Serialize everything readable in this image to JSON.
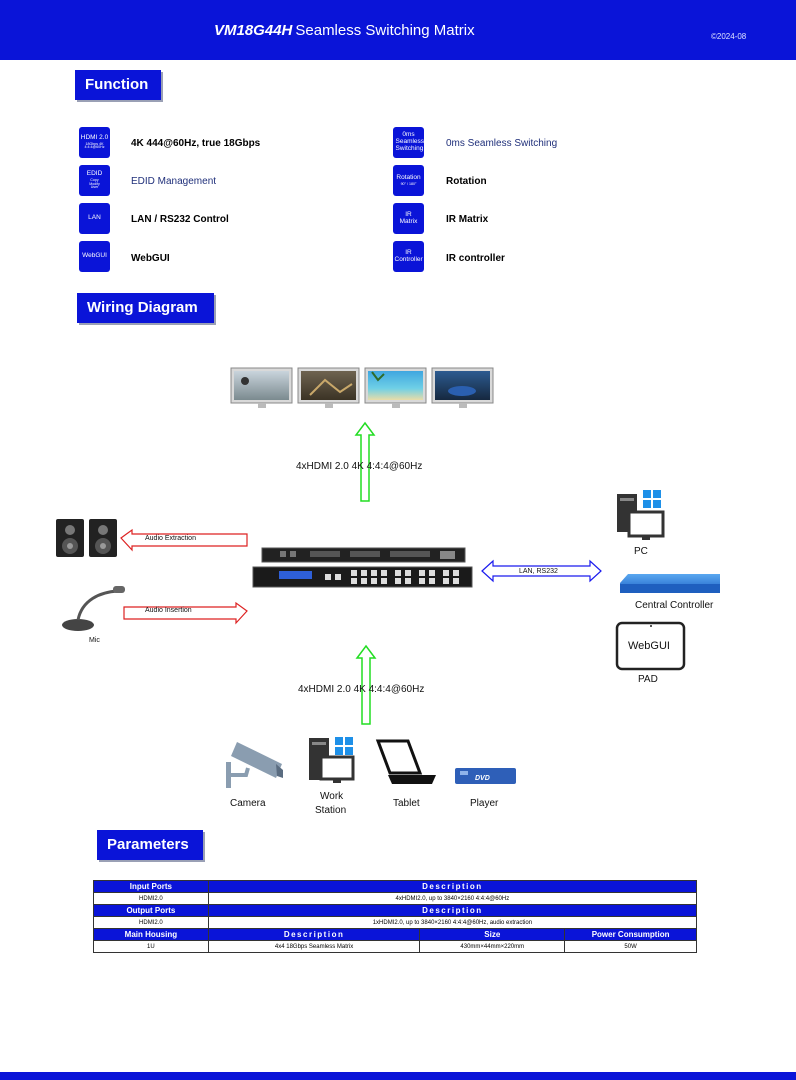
{
  "header": {
    "model": "VM18G44H",
    "title": "Seamless Switching Matrix",
    "date": "©2024-08"
  },
  "sections": {
    "function": "Function",
    "wiring": "Wiring Diagram",
    "parameters": "Parameters"
  },
  "features": [
    {
      "icon_main": "HDMI 2.0",
      "icon_sub": "18Gbps 4K 4:4:4@60Hz",
      "label": "4K 444@60Hz, true 18Gbps"
    },
    {
      "icon_main": "0ms Seamless Switching",
      "icon_sub": "",
      "label": "0ms Seamless Switching"
    },
    {
      "icon_main": "EDID",
      "icon_sub": "Copy Modify User",
      "label": "EDID Management"
    },
    {
      "icon_main": "Rotation",
      "icon_sub": "90° / 180°",
      "label": "Rotation"
    },
    {
      "icon_main": "LAN",
      "icon_sub": "",
      "label": "LAN / RS232 Control"
    },
    {
      "icon_main": "IR Matrix",
      "icon_sub": "",
      "label": "IR Matrix"
    },
    {
      "icon_main": "WebGUI",
      "icon_sub": "",
      "label": "WebGUI"
    },
    {
      "icon_main": "IR Controller",
      "icon_sub": "",
      "label": "IR controller"
    }
  ],
  "wiring": {
    "output_label": "4xHDMI 2.0 4K 4:4:4@60Hz",
    "input_label": "4xHDMI 2.0 4K 4:4:4@60Hz",
    "audio_extraction": "Audio Extraction",
    "audio_insertion": "Audio Insertion",
    "lan": "LAN, RS232",
    "mic": "Mic",
    "pc": "PC",
    "central_controller": "Central Controller",
    "webgui": "WebGUI",
    "pad": "PAD",
    "camera": "Camera",
    "workstation_line1": "Work",
    "workstation_line2": "Station",
    "tablet": "Tablet",
    "player": "Player",
    "dvd": "DVD"
  },
  "parameters": {
    "input_header": "Input Ports",
    "input_desc_header": "Description",
    "input_port": "HDMI2.0",
    "input_desc": "4xHDMI2.0, up to 3840×2160 4:4:4@60Hz",
    "output_header": "Output Ports",
    "output_desc_header": "Description",
    "output_port": "HDMI2.0",
    "output_desc": "1xHDMI2.0, up to 3840×2160 4:4:4@60Hz, audio extraction",
    "housing_header": "Main Housing",
    "housing_desc_header": "Description",
    "size_header": "Size",
    "power_header": "Power Consumption",
    "housing": "1U",
    "housing_desc": "4x4 18Gbps Seamless Matrix",
    "size": "430mm×44mm×220mm",
    "power": "50W"
  },
  "colors": {
    "brand_blue": "#0a14d8",
    "arrow_green": "#22dd22",
    "arrow_red": "#dd2222",
    "arrow_blue": "#1a1aee"
  }
}
